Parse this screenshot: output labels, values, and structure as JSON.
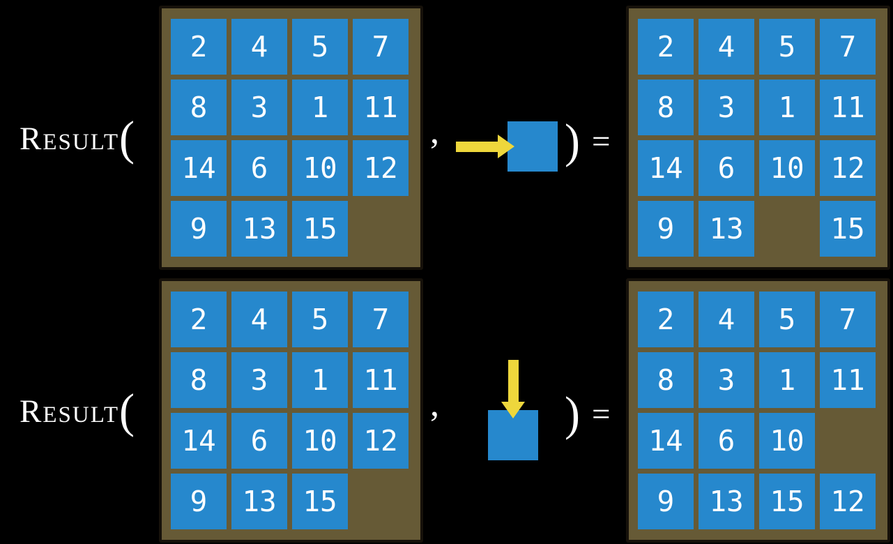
{
  "figure": "sliding-tile-puzzle-result-function",
  "notation": {
    "function_name": "Result",
    "open_paren": "(",
    "comma": ",",
    "close_paren": ")",
    "equals": "="
  },
  "colors": {
    "background": "#000000",
    "tile_blue": "#2688cd",
    "frame_brown": "#665a36",
    "frame_border": "#16110a",
    "arrow_yellow": "#eed73c",
    "text_white": "#ffffff"
  },
  "board": {
    "rows": 4,
    "cols": 4
  },
  "examples": [
    {
      "action": {
        "direction": "right",
        "icon": "arrow-right-icon"
      },
      "initial_grid": [
        [
          2,
          4,
          5,
          7
        ],
        [
          8,
          3,
          1,
          11
        ],
        [
          14,
          6,
          10,
          12
        ],
        [
          9,
          13,
          15,
          null
        ]
      ],
      "result_grid": [
        [
          2,
          4,
          5,
          7
        ],
        [
          8,
          3,
          1,
          11
        ],
        [
          14,
          6,
          10,
          12
        ],
        [
          9,
          13,
          null,
          15
        ]
      ]
    },
    {
      "action": {
        "direction": "down",
        "icon": "arrow-down-icon"
      },
      "initial_grid": [
        [
          2,
          4,
          5,
          7
        ],
        [
          8,
          3,
          1,
          11
        ],
        [
          14,
          6,
          10,
          12
        ],
        [
          9,
          13,
          15,
          null
        ]
      ],
      "result_grid": [
        [
          2,
          4,
          5,
          7
        ],
        [
          8,
          3,
          1,
          11
        ],
        [
          14,
          6,
          10,
          null
        ],
        [
          9,
          13,
          15,
          12
        ]
      ]
    }
  ]
}
